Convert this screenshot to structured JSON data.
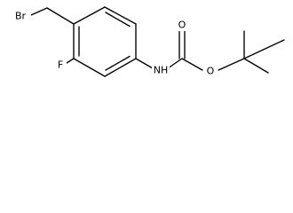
{
  "diagram": {
    "type": "chemical-structure",
    "atoms": {
      "bromine": "Br",
      "fluorine": "F",
      "amide_nitrogen": "NH",
      "carbonyl_oxygen": "O",
      "ester_oxygen": "O"
    },
    "colors": {
      "bond": "#000000",
      "label": "#000000",
      "background": "#ffffff"
    }
  }
}
